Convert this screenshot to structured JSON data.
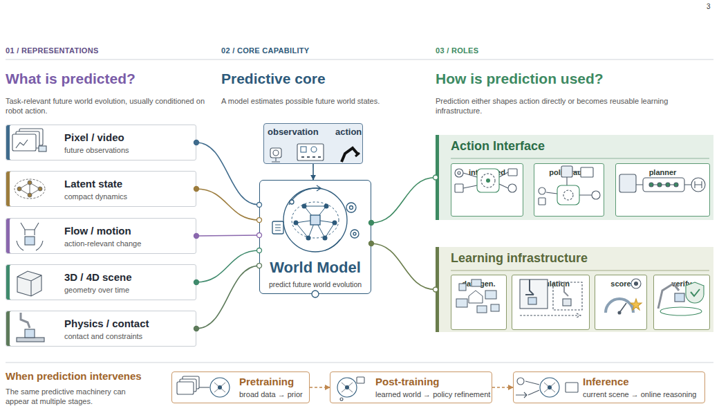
{
  "diagram": {
    "nodes": [
      {
        "text": [
          "Pixel / video",
          "future observations"
        ]
      },
      {
        "text": [
          "Latent state",
          "compact dynamics"
        ]
      },
      {
        "text": [
          "Flow / motion",
          "action-relevant change"
        ]
      },
      {
        "text": [
          "3D / 4D scene",
          "geometry over time"
        ]
      },
      {
        "text": [
          "Physics / contact",
          "contact and constraints"
        ]
      },
      {
        "text": [
          "observation",
          "action"
        ]
      },
      {
        "text": [
          "World Model",
          "predict future world evolution"
        ]
      },
      {
        "text": [
          "Action Interface"
        ]
      },
      {
        "text": [
          "integrated"
        ],
        "in": 7
      },
      {
        "text": [
          "policy aug."
        ],
        "in": 7
      },
      {
        "text": [
          "planner"
        ],
        "in": 7
      },
      {
        "text": [
          "Learning infrastructure"
        ]
      },
      {
        "text": [
          "data gen."
        ],
        "in": 11
      },
      {
        "text": [
          "simulation"
        ],
        "in": 11
      },
      {
        "text": [
          "score"
        ],
        "in": 11
      },
      {
        "text": [
          "verify"
        ],
        "in": 11
      },
      {
        "text": [
          "Pretraining",
          "broad data → prior"
        ]
      },
      {
        "text": [
          "Post-training",
          "learned world → policy refinement"
        ]
      },
      {
        "text": [
          "Inference",
          "current scene → online reasoning"
        ]
      }
    ],
    "edges": [
      {
        "from": 0,
        "to": 6,
        "arrow": "none"
      },
      {
        "from": 1,
        "to": 6,
        "arrow": "none"
      },
      {
        "from": 2,
        "to": 6,
        "arrow": "none"
      },
      {
        "from": 3,
        "to": 6,
        "arrow": "none"
      },
      {
        "from": 4,
        "to": 6,
        "arrow": "none"
      },
      {
        "from": 5,
        "to": 6,
        "arrow": "to"
      },
      {
        "from": 6,
        "to": 7,
        "arrow": "none"
      },
      {
        "from": 6,
        "to": 11,
        "arrow": "none"
      },
      {
        "from": 16,
        "to": 17,
        "arrow": "to"
      },
      {
        "from": 17,
        "to": 18,
        "arrow": "to"
      }
    ],
    "labels": [
      "3",
      "01 / REPRESENTATIONS",
      "What is predicted?",
      "Task-relevant future world evolution, usually conditioned on robot action.",
      "02 / CORE CAPABILITY",
      "Predictive core",
      "A model estimates possible future world states.",
      "03 / ROLES",
      "How is prediction used?",
      "Prediction either shapes action directly or becomes reusable learning infrastructure.",
      "When prediction intervenes",
      "The same predictive machinery can appear at multiple stages."
    ]
  }
}
